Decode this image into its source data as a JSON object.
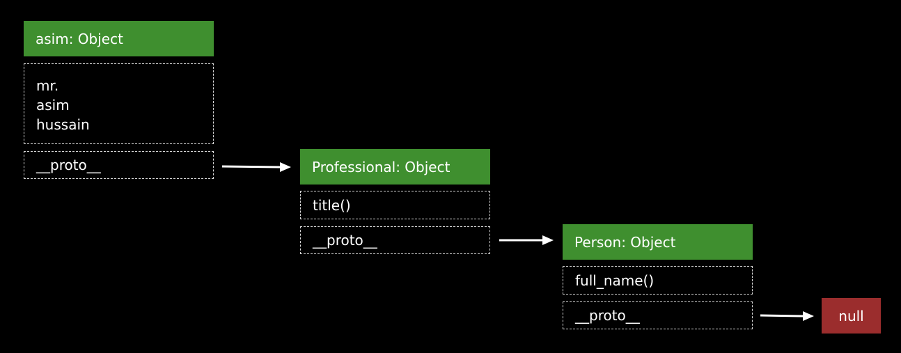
{
  "nodes": {
    "asim": {
      "header": "asim: Object",
      "properties": [
        "mr.",
        "asim",
        "hussain"
      ],
      "proto": "__proto__"
    },
    "professional": {
      "header": "Professional: Object",
      "method": "title()",
      "proto": "__proto__"
    },
    "person": {
      "header": "Person: Object",
      "method": "full_name()",
      "proto": "__proto__"
    }
  },
  "terminal": "null",
  "colors": {
    "header_green": "#3f8f2f",
    "null_red": "#9b2d2d",
    "background": "#000000",
    "dashed_border": "#d8d8d8"
  }
}
